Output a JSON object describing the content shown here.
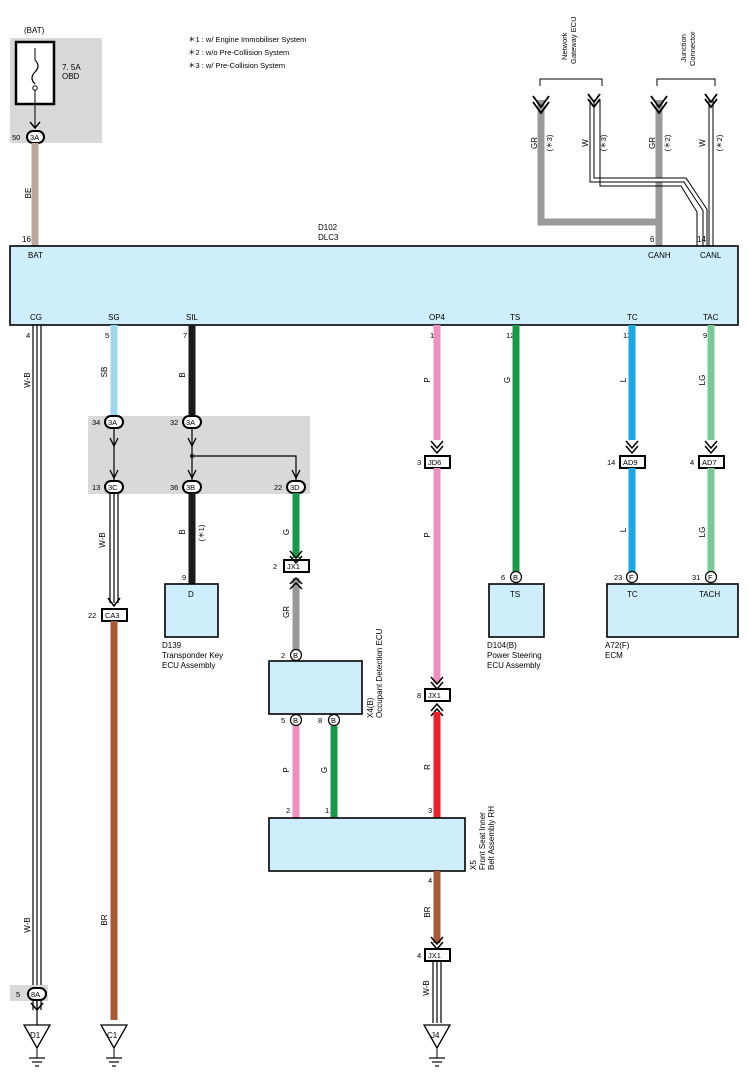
{
  "bat_block": {
    "source": "(BAT)",
    "fuse_rating": "7. 5A",
    "fuse_name": "OBD",
    "pin": "50",
    "connector": "3A",
    "wire_color": "BE"
  },
  "notes": [
    "＊1 : w/ Engine Immobiliser System",
    "＊2 : w/o Pre-Collision System",
    "＊3 : w/ Pre-Collision System"
  ],
  "network_ecu": {
    "label_line1": "Network",
    "label_line2": "Gateway ECU",
    "wires": [
      {
        "color": "GR",
        "note": "(＊3)"
      },
      {
        "color": "W",
        "note": "(＊3)"
      }
    ]
  },
  "junction_connector": {
    "label_line1": "Junction",
    "label_line2": "Connector",
    "wires": [
      {
        "color": "GR",
        "note": "(＊2)"
      },
      {
        "color": "W",
        "note": "(＊2)"
      }
    ]
  },
  "dlc3": {
    "code": "D102",
    "name": "DLC3",
    "top_pins": [
      {
        "num": "16",
        "label": "BAT"
      },
      {
        "num": "6",
        "label": "CANH"
      },
      {
        "num": "14",
        "label": "CANL"
      }
    ],
    "bottom_pins": [
      {
        "num": "4",
        "label": "CG"
      },
      {
        "num": "5",
        "label": "SG"
      },
      {
        "num": "7",
        "label": "SIL"
      },
      {
        "num": "1",
        "label": "OP4"
      },
      {
        "num": "12",
        "label": "TS"
      },
      {
        "num": "13",
        "label": "TC"
      },
      {
        "num": "9",
        "label": "TAC"
      }
    ]
  },
  "wire_labels": {
    "cg": "W-B",
    "sg": "SB",
    "sil": "B",
    "op4": "P",
    "ts": "G",
    "tc": "L",
    "tac": "LG",
    "sg_below": "W-B",
    "sil_below": "B",
    "sil_note": "(＊1)",
    "br_branch": "G",
    "br_gr": "GR",
    "op4_below": "P",
    "tc_below": "L",
    "tac_below": "LG",
    "occ_p": "P",
    "occ_g": "G",
    "belt_r": "R",
    "ca3_br": "BR",
    "cg_lower": "W-B",
    "belt_br": "BR",
    "j4_wb": "W-B"
  },
  "connectors": {
    "c34": {
      "pin": "34",
      "name": "3A"
    },
    "c32": {
      "pin": "32",
      "name": "3A"
    },
    "c13": {
      "pin": "13",
      "name": "3C"
    },
    "c36": {
      "pin": "36",
      "name": "3B"
    },
    "c22": {
      "pin": "22",
      "name": "3D"
    },
    "jd6": {
      "pin": "3",
      "name": "JD6"
    },
    "ad9": {
      "pin": "14",
      "name": "AD9"
    },
    "ad7": {
      "pin": "4",
      "name": "AD7"
    },
    "jx1a": {
      "pin": "2",
      "name": "JX1"
    },
    "ca3": {
      "pin": "22",
      "name": "CA3"
    },
    "jx1b": {
      "pin": "8",
      "name": "JX1"
    },
    "jx1c": {
      "pin": "4",
      "name": "JX1"
    },
    "c8a": {
      "pin": "5",
      "name": "8A"
    }
  },
  "components": {
    "d139": {
      "pin": "9",
      "terminal": "D",
      "code": "D139",
      "name1": "Transponder Key",
      "name2": "ECU Assembly"
    },
    "d104": {
      "pin": "6",
      "conn": "B",
      "terminal": "TS",
      "code": "D104(B)",
      "name1": "Power Steering",
      "name2": "ECU Assembly"
    },
    "a72": {
      "pin_tc": "23",
      "pin_tach": "31",
      "conn": "F",
      "term_tc": "TC",
      "term_tach": "TACH",
      "code": "A72(F)",
      "name": "ECM"
    },
    "x4": {
      "pin_top": "2",
      "pin_p": "5",
      "pin_g": "8",
      "conn": "B",
      "code": "X4(B)",
      "name": "Occupant Detection ECU"
    },
    "x5": {
      "pin_p": "2",
      "pin_g": "1",
      "pin_r": "3",
      "pin_br": "4",
      "code": "X5",
      "name1": "Front Seat Inner",
      "name2": "Belt Assembly RH"
    }
  },
  "grounds": [
    "D1",
    "C1",
    "J4"
  ],
  "colors": {
    "BE": "#bca898",
    "SB": "#9ed7f2",
    "B": "#1a1a1a",
    "P": "#ef8fbf",
    "G": "#169a48",
    "L": "#1aa7e6",
    "LG": "#7cc796",
    "GR": "#999999",
    "BR": "#a85a34",
    "R": "#e8202a",
    "component_fill": "#cfeefb",
    "shade": "#d9d9d9"
  }
}
